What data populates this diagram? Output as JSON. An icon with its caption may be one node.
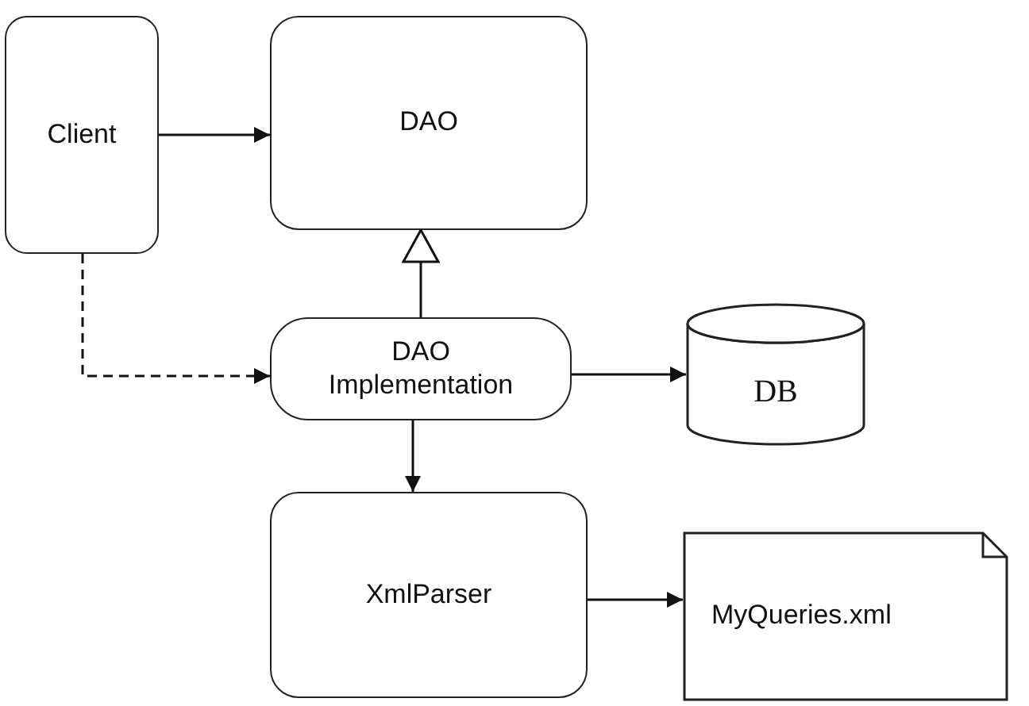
{
  "diagram": {
    "nodes": [
      {
        "text": [
          "Client"
        ]
      },
      {
        "text": [
          "DAO"
        ]
      },
      {
        "text": [
          "DAO Implementation"
        ]
      },
      {
        "text": [
          "DB"
        ]
      },
      {
        "text": [
          "XmlParser"
        ]
      },
      {
        "text": [
          "MyQueries.xml"
        ]
      }
    ],
    "edges": [
      {
        "from": 0,
        "to": 1,
        "arrow": "to"
      },
      {
        "from": 0,
        "to": 2,
        "arrow": "to",
        "style": "dashed"
      },
      {
        "from": 2,
        "to": 1,
        "arrow": "to"
      },
      {
        "from": 2,
        "to": 3,
        "arrow": "to"
      },
      {
        "from": 2,
        "to": 4,
        "arrow": "to"
      },
      {
        "from": 4,
        "to": 5,
        "arrow": "to"
      }
    ]
  }
}
